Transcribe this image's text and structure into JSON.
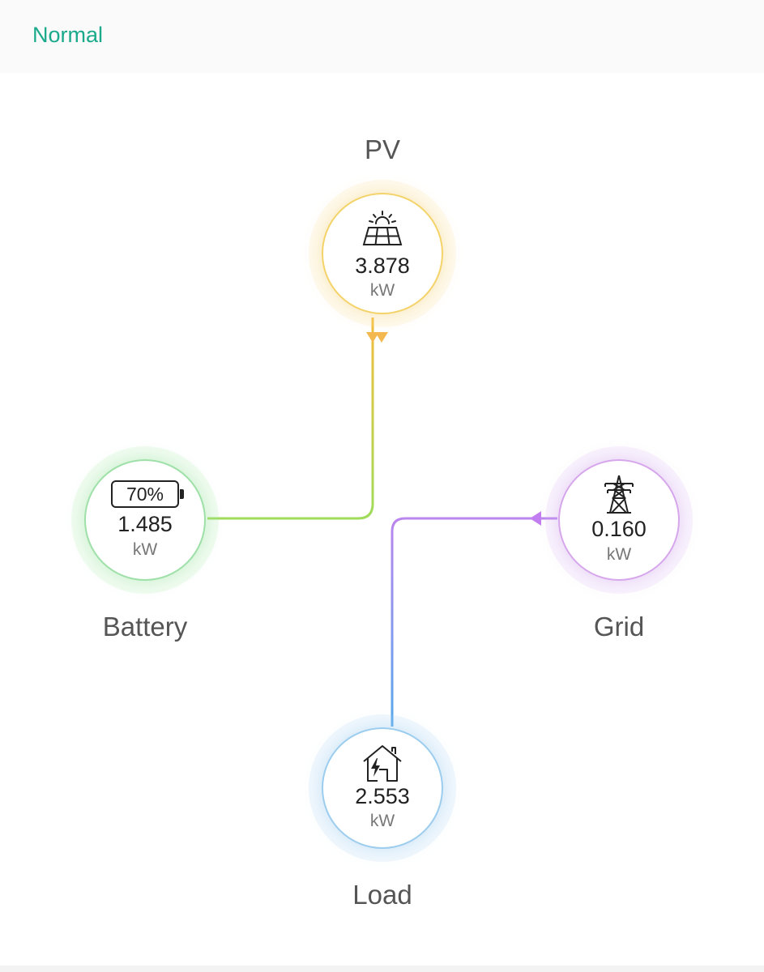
{
  "status": {
    "text": "Normal",
    "color": "#1aa98a"
  },
  "nodes": {
    "pv": {
      "label": "PV",
      "value": "3.878",
      "unit": "kW",
      "icon": "solar-panel-icon",
      "color": "#f3c94a"
    },
    "battery": {
      "label": "Battery",
      "value": "1.485",
      "unit": "kW",
      "soc": "70%",
      "icon": "battery-icon",
      "color": "#8fdc80"
    },
    "grid": {
      "label": "Grid",
      "value": "0.160",
      "unit": "kW",
      "icon": "power-tower-icon",
      "color": "#c58ef0"
    },
    "load": {
      "label": "Load",
      "value": "2.553",
      "unit": "kW",
      "icon": "house-power-icon",
      "color": "#6cb8ef"
    }
  }
}
